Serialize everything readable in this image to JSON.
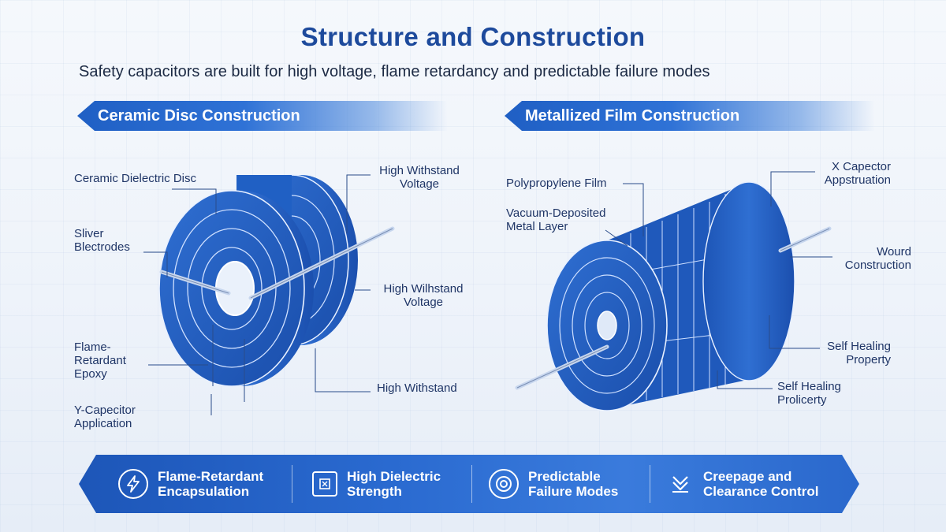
{
  "header": {
    "title": "Structure and Construction",
    "subtitle": "Safety capacitors are built for high voltage, flame retardancy and predictable failure modes"
  },
  "sections": {
    "left": {
      "title": "Ceramic Disc Construction"
    },
    "right": {
      "title": "Metallized Film Construction"
    }
  },
  "ceramic_labels": {
    "dielectric": "Ceramic Dielectric Disc",
    "electrodes": "Sliver Blectrodes",
    "epoxy": "Flame- Retardant Epoxy",
    "application": "Y-Capecitor Application",
    "withstand_1": "High Withstand Voltage",
    "withstand_2": "High Wilhstand Voltage",
    "withstand_3": "High Withstand"
  },
  "film_labels": {
    "film": "Polypropylene Film",
    "metal_layer": "Vacuum-Deposited Metal Layer",
    "x_cap": "X Capector Appstruation",
    "wound": "Wourd Construction",
    "self_heal_1": "Self Healing Property",
    "self_heal_2": "Self Healing Prolicerty"
  },
  "features": [
    {
      "icon": "lightning-icon",
      "label": "Flame-Retardant Encapsulation"
    },
    {
      "icon": "chip-icon",
      "label": "High Dielectric Strength"
    },
    {
      "icon": "target-icon",
      "label": "Predictable Failure Modes"
    },
    {
      "icon": "chevrons-down-icon",
      "label": "Creepage and Clearance Control"
    }
  ],
  "colors": {
    "primary": "#1f5fc4",
    "title": "#1d4a9c",
    "background": "#f2f6fb"
  }
}
